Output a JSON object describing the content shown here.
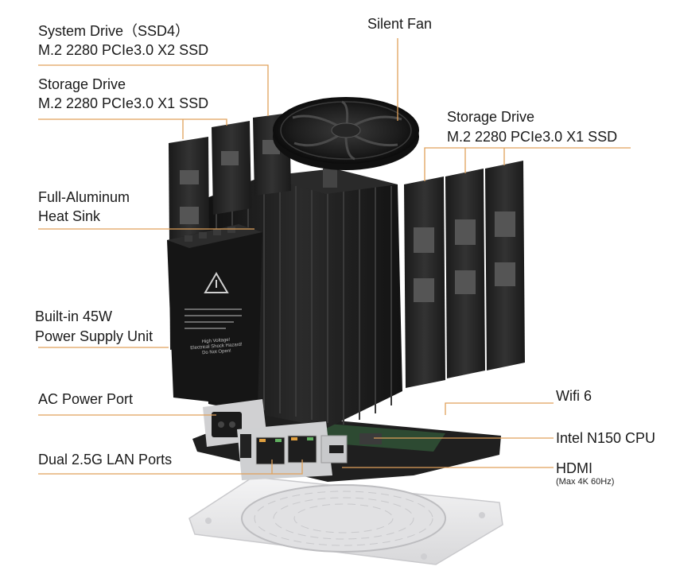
{
  "labels": {
    "system_drive_title": "System Drive（SSD4）",
    "system_drive_spec": "M.2 2280 PCIe3.0 X2 SSD",
    "storage_left_title": "Storage Drive",
    "storage_left_spec": "M.2 2280 PCIe3.0 X1 SSD",
    "heat_sink_line1": "Full-Aluminum",
    "heat_sink_line2": "Heat Sink",
    "psu_line1": "Built-in 45W",
    "psu_line2": "Power Supply Unit",
    "ac_port": "AC Power Port",
    "lan_ports": "Dual 2.5G LAN Ports",
    "silent_fan": "Silent Fan",
    "storage_right_title": "Storage Drive",
    "storage_right_spec": "M.2 2280 PCIe3.0 X1 SSD",
    "wifi": "Wifi 6",
    "cpu": "Intel N150 CPU",
    "hdmi": "HDMI",
    "hdmi_note": "(Max 4K 60Hz)"
  },
  "psu_sticker": {
    "warning_lines": [
      "High Voltage!",
      "Electrical Shock Hazard!",
      "Do Not Open!"
    ]
  },
  "colors": {
    "leader_line": "#e0a15a",
    "hardware_dark": "#1c1c1c",
    "base_plate": "#e9e9ea"
  }
}
